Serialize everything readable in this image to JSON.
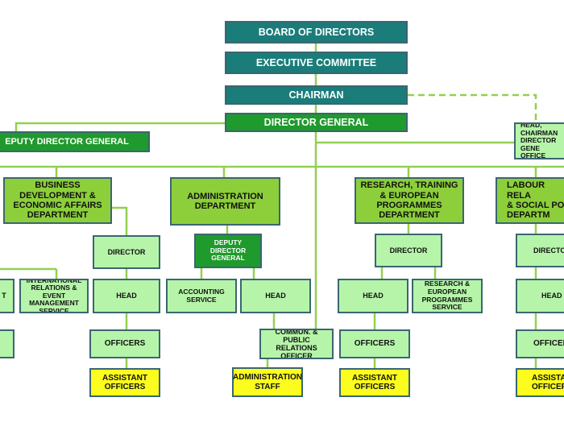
{
  "top": {
    "board": "BOARD OF DIRECTORS",
    "executive": "EXECUTIVE COMMITTEE",
    "chairman": "CHAIRMAN",
    "director_general": "DIRECTOR GENERAL",
    "deputy_director_general": "EPUTY DIRECTOR GENERAL",
    "head_office": "HEAD,\nCHAIRMAN\nDIRECTOR GENE\nOFFICE"
  },
  "business": {
    "title": "BUSINESS\nDEVELOPMENT &\nECONOMIC AFFAIRS\nDEPARTMENT",
    "director": "DIRECTOR",
    "head": "HEAD",
    "officers": "OFFICERS",
    "assistant_officers": "ASSISTANT\nOFFICERS",
    "international_service": "INTERNATIONAL\nRELATIONS & EVENT\nMANAGEMENT\nSERVICE",
    "partial_box_1": "T",
    "partial_box_2": ""
  },
  "administration": {
    "title": "ADMINISTRATION\nDEPARTMENT",
    "deputy_director_general": "DEPUTY\nDIRECTOR\nGENERAL",
    "accounting_service": "ACCOUNTING\nSERVICE",
    "head": "HEAD",
    "administration_staff": "ADMINISTRATION\nSTAFF",
    "communications_officer": "COMMUN. & PUBLIC\nRELATIONS\nOFFICER"
  },
  "research": {
    "title": "RESEARCH, TRAINING\n& EUROPEAN\nPROGRAMMES\nDEPARTMENT",
    "director": "DIRECTOR",
    "head": "HEAD",
    "officers": "OFFICERS",
    "assistant_officers": "ASSISTANT\nOFFICERS",
    "european_programmes_service": "RESEARCH &\nEUROPEAN\nPROGRAMMES\nSERVICE"
  },
  "labour": {
    "title": "LABOUR RELA\n& SOCIAL PO\nDEPARTM",
    "director": "DIRECTO",
    "head": "HEAD",
    "officers": "OFFICER",
    "assistant_officers": "ASSISTA\nOFFICER"
  },
  "colors": {
    "teal": "#1a7d7a",
    "dark_green": "#1f9a2c",
    "lime": "#8ccf3a",
    "pale_green": "#b6f5a9",
    "yellow": "#fcfc1e",
    "connector": "#92d050"
  }
}
